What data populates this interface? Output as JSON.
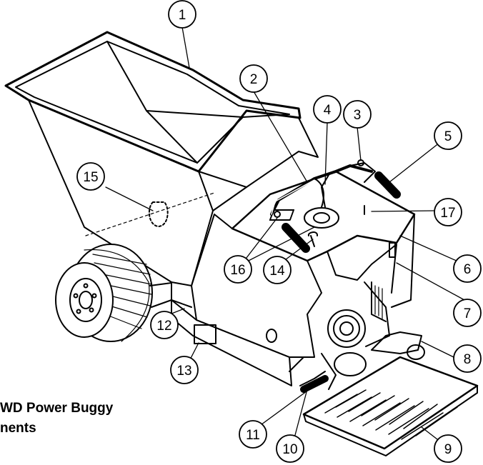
{
  "caption": {
    "line1": "WD Power Buggy",
    "line2": "nents"
  },
  "callouts": [
    "1",
    "2",
    "3",
    "4",
    "5",
    "6",
    "7",
    "8",
    "9",
    "10",
    "11",
    "12",
    "13",
    "14",
    "15",
    "16",
    "17"
  ],
  "colors": {
    "ink": "#000000",
    "paper": "#ffffff",
    "shade": "#d8d8d8"
  }
}
